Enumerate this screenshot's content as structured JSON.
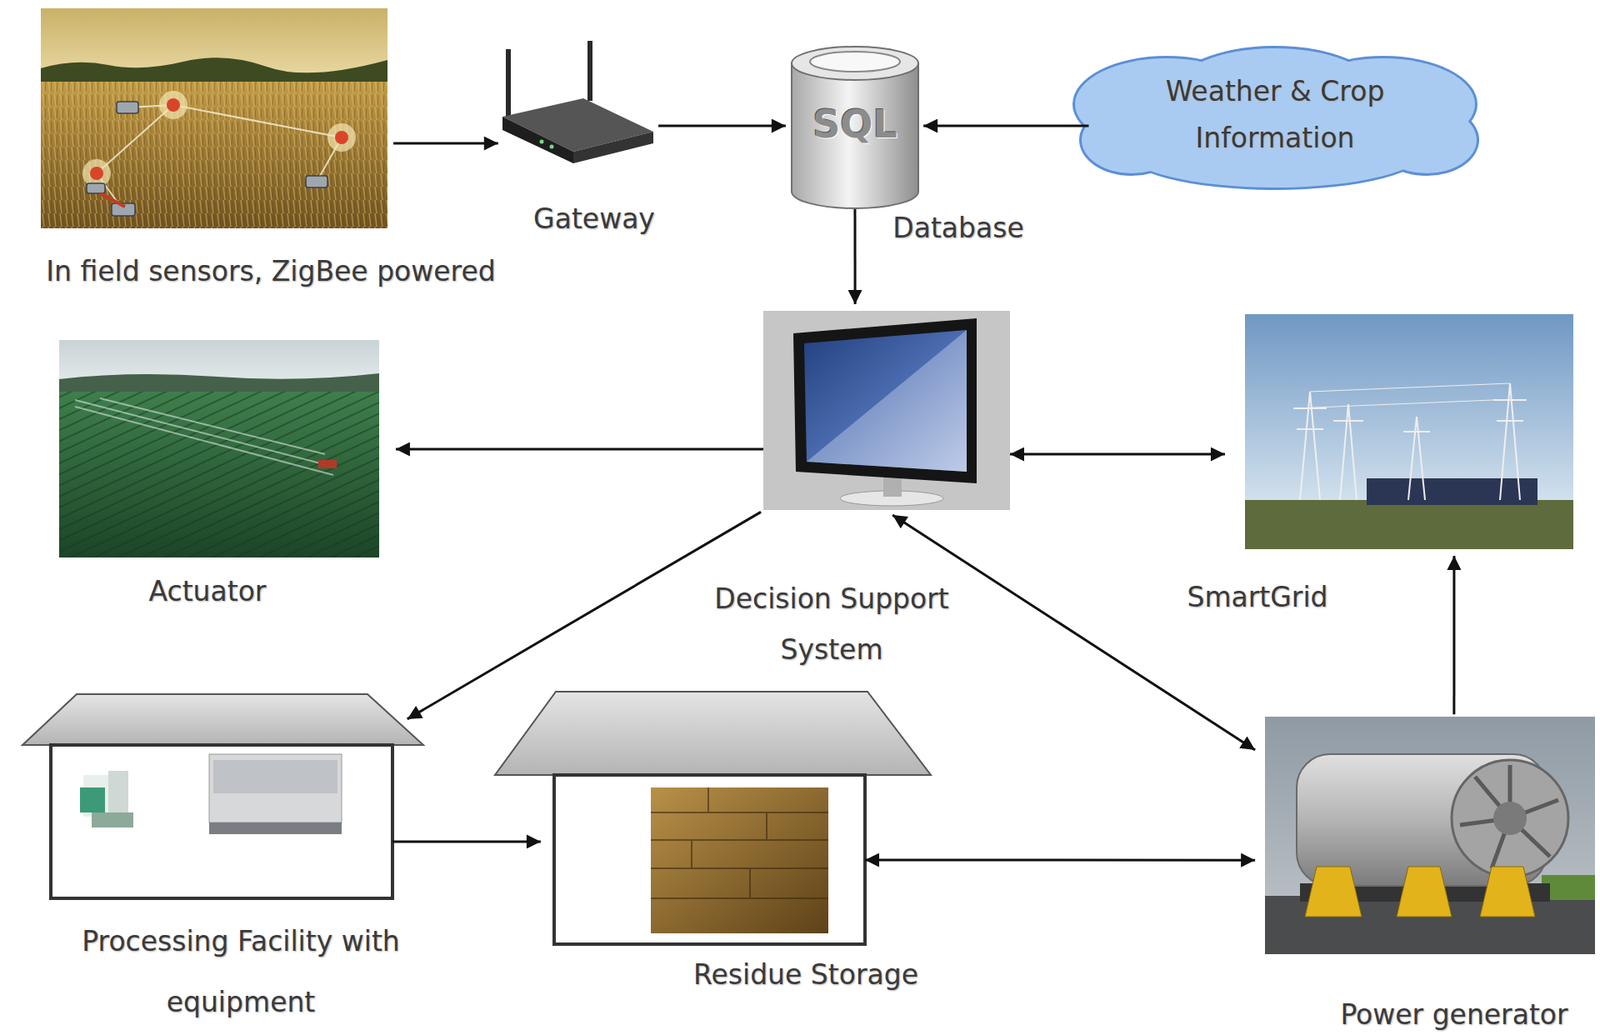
{
  "diagram": {
    "nodes": [
      {
        "text": [
          "In field sensors, ZigBee powered"
        ]
      },
      {
        "text": [
          "Gateway"
        ]
      },
      {
        "text": [
          "SQL",
          "Database"
        ]
      },
      {
        "text": [
          "Weather & Crop Information"
        ]
      },
      {
        "text": [
          "Decision Support System"
        ]
      },
      {
        "text": [
          "Actuator"
        ]
      },
      {
        "text": [
          "SmartGrid"
        ]
      },
      {
        "text": [
          "Processing Facility with equipment"
        ]
      },
      {
        "text": [
          "Residue Storage"
        ]
      },
      {
        "text": [
          "Power generator"
        ]
      }
    ],
    "edges": [
      {
        "from": 0,
        "to": 1,
        "arrow": "to"
      },
      {
        "from": 1,
        "to": 2,
        "arrow": "to"
      },
      {
        "from": 3,
        "to": 2,
        "arrow": "to"
      },
      {
        "from": 2,
        "to": 4,
        "arrow": "to"
      },
      {
        "from": 4,
        "to": 5,
        "arrow": "to"
      },
      {
        "from": 4,
        "to": 6,
        "arrow": "both"
      },
      {
        "from": 4,
        "to": 7,
        "arrow": "to"
      },
      {
        "from": 4,
        "to": 9,
        "arrow": "both"
      },
      {
        "from": 7,
        "to": 8,
        "arrow": "to"
      },
      {
        "from": 8,
        "to": 9,
        "arrow": "both"
      },
      {
        "from": 9,
        "to": 6,
        "arrow": "to"
      }
    ]
  }
}
